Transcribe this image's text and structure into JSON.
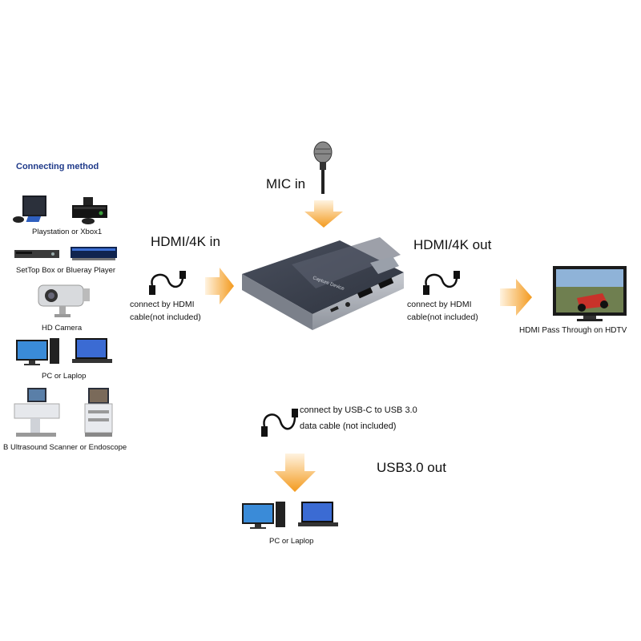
{
  "connecting_method": {
    "heading": "Connecting method",
    "sources": [
      {
        "label": "Playstation or Xbox1"
      },
      {
        "label": "SetTop Box or Blueray Player"
      },
      {
        "label": "HD Camera"
      },
      {
        "label": "PC or Laplop"
      },
      {
        "label": "B Ultrasound Scanner or Endoscope"
      }
    ]
  },
  "hdmi_in": {
    "title": "HDMI/4K in",
    "note_line1": "connect by HDMI",
    "note_line2": "cable(not included)"
  },
  "mic": {
    "title": "MIC in"
  },
  "device": {
    "brand_text": "Capture Device"
  },
  "hdmi_out": {
    "title": "HDMI/4K out",
    "note_line1": "connect by HDMI",
    "note_line2": "cable(not included)",
    "target_label": "HDMI Pass Through on HDTV"
  },
  "usb": {
    "note_line1": "connect by USB-C to USB 3.0",
    "note_line2": "data cable (not included)",
    "title": "USB3.0 out",
    "target_label": "PC or Laplop"
  },
  "colors": {
    "arrow_orange": "#f39a1e",
    "device_body": "#3c4250",
    "heading_blue": "#1f3a8a"
  }
}
